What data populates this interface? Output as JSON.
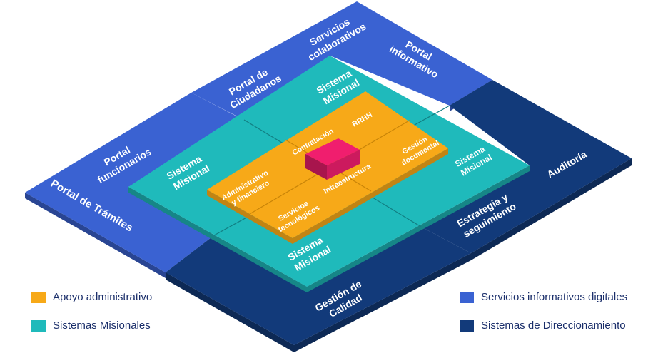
{
  "colors": {
    "blue": "#3a62d2",
    "navy": "#123a7a",
    "teal": "#1fbabb",
    "orange": "#f7a918",
    "pink": "#f01e6e",
    "label": "#ffffff",
    "ink": "#1a2e6a"
  },
  "regions": {
    "outer_blue": {
      "portal_tramites": "Portal de Trámites",
      "portal_funcionarios": [
        "Portal",
        "funcionarios"
      ],
      "portal_ciudadanos": [
        "Portal de",
        "Ciudadanos"
      ],
      "servicios_colaborativos": [
        "Servicios",
        "colaborativos"
      ],
      "portal_informativo": [
        "Portal",
        "informativo"
      ]
    },
    "outer_navy": {
      "auditoria": "Auditoría",
      "estrategia": [
        "Estrategia y",
        "seguimiento"
      ],
      "gestion_calidad": [
        "Gestión de",
        "Calidad"
      ]
    },
    "teal": {
      "misional_top": [
        "Sistema",
        "Misional"
      ],
      "misional_left": [
        "Sistema",
        "Misional"
      ],
      "misional_right": [
        "Sistema",
        "Misional"
      ],
      "misional_bottom": [
        "Sistema",
        "Misional"
      ]
    },
    "orange": {
      "contratacion": "Contratación",
      "rrhh": "RRHH",
      "administrativo": [
        "Administrativo",
        "y financiero"
      ],
      "gestion_documental": [
        "Gestión",
        "documental"
      ],
      "infraestructura": "Infraestructura",
      "servicios_tecnologicos": [
        "Servicios",
        "tecnológicos"
      ]
    }
  },
  "legend": {
    "apoyo": "Apoyo administrativo",
    "misionales": "Sistemas Misionales",
    "informativos": "Servicios informativos digitales",
    "direccionamiento": "Sistemas de Direccionamiento"
  }
}
